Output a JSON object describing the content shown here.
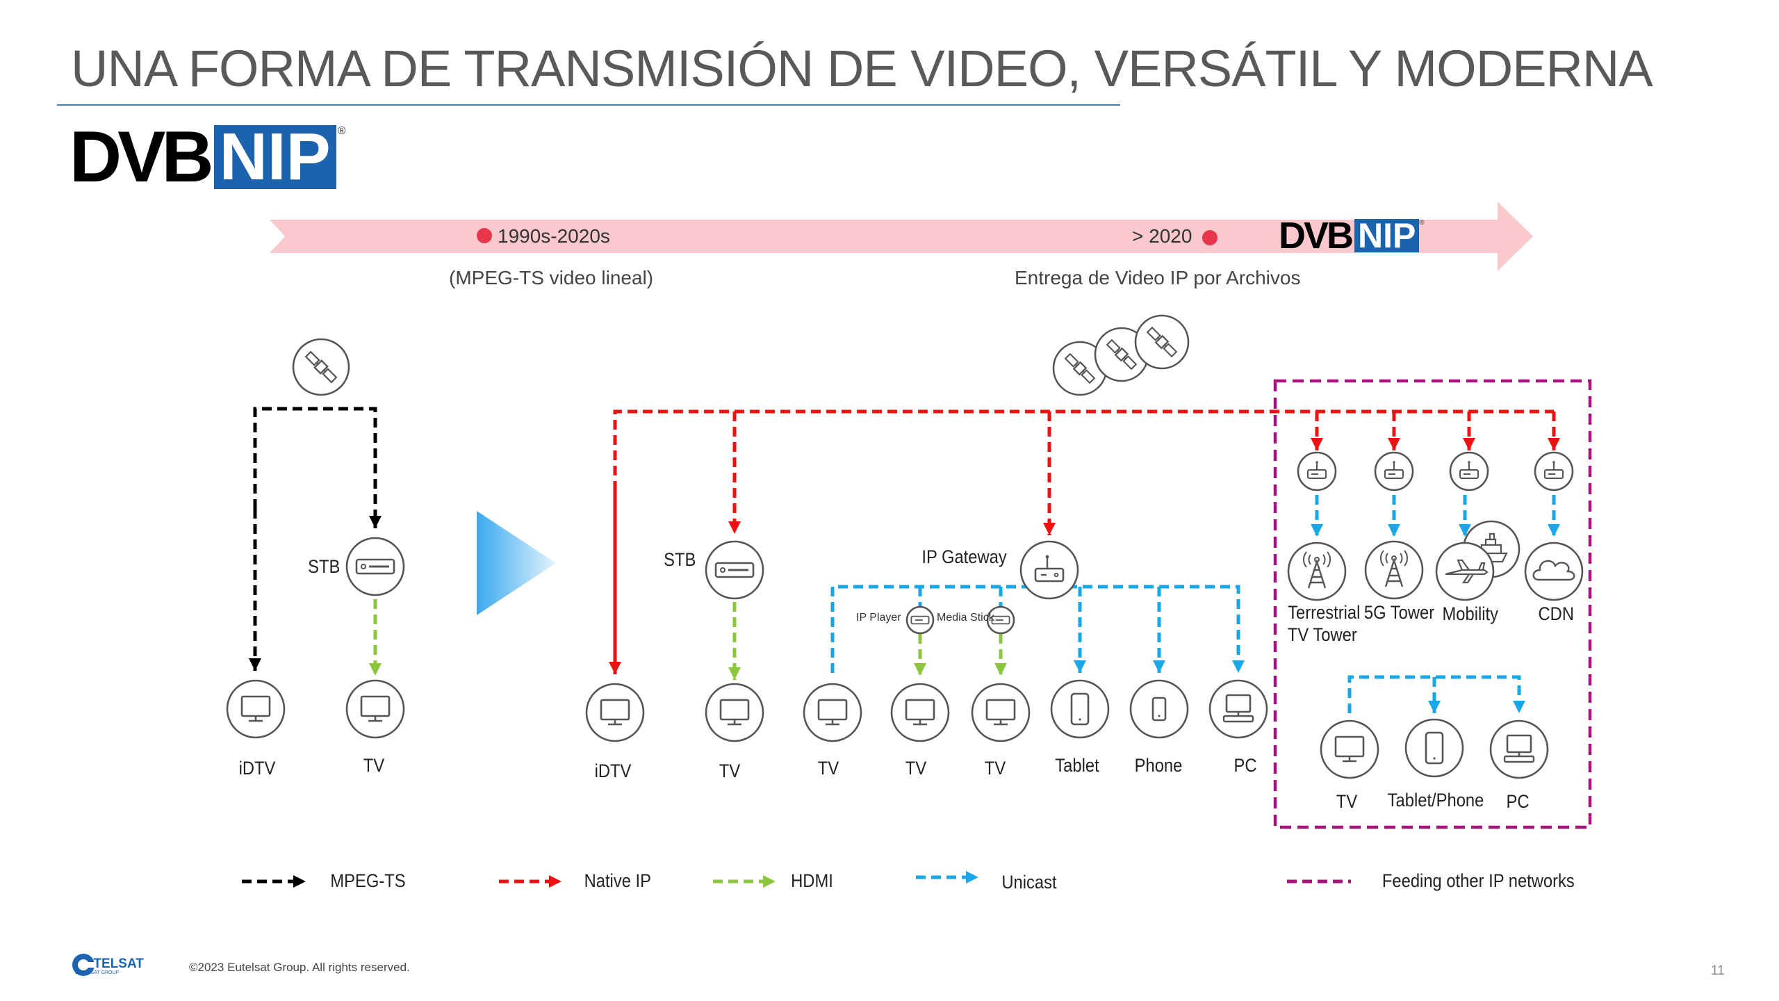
{
  "slide": {
    "title": "UNA FORMA DE TRANSMISIÓN DE VIDEO, VERSÁTIL Y MODERNA",
    "page_number": "11",
    "footer": "©2023 Eutelsat Group. All rights reserved.",
    "brand": {
      "name": "EUTELSAT",
      "sub": "EUTELSAT GROUP"
    }
  },
  "logo": {
    "left": "DVB",
    "right": "NIP",
    "reg": "®"
  },
  "timeline": {
    "era1": "1990s-2020s",
    "era1_desc": "(MPEG-TS video lineal)",
    "era2": "> 2020",
    "era2_desc": "Entrega de Video IP por Archivos"
  },
  "labels": {
    "stb": "STB",
    "idtv": "iDTV",
    "tv": "TV",
    "ip_gateway": "IP Gateway",
    "ip_player": "IP Player",
    "media_stick": "Media Stick",
    "tablet": "Tablet",
    "phone": "Phone",
    "pc": "PC",
    "terrestrial_1": "Terrestrial",
    "terrestrial_2": "TV Tower",
    "tower_5g": "5G Tower",
    "mobility": "Mobility",
    "cdn": "CDN",
    "tablet_phone": "Tablet/Phone"
  },
  "legend": [
    {
      "label": "MPEG-TS",
      "color": "#000000"
    },
    {
      "label": "Native  IP",
      "color": "#ee1111"
    },
    {
      "label": "HDMI",
      "color": "#8cc63f"
    },
    {
      "label": "Unicast",
      "color": "#1aa7e8"
    },
    {
      "label": "Feeding other IP networks",
      "color": "#a8127f"
    }
  ],
  "colors": {
    "mpeg_ts": "#000000",
    "native_ip": "#ee1111",
    "hdmi": "#8cc63f",
    "unicast": "#1aa7e8",
    "feeding": "#a8127f",
    "timeline_band": "#f9c9ce",
    "timeline_dot": "#e8364a",
    "nip_blue": "#1c63ad"
  }
}
